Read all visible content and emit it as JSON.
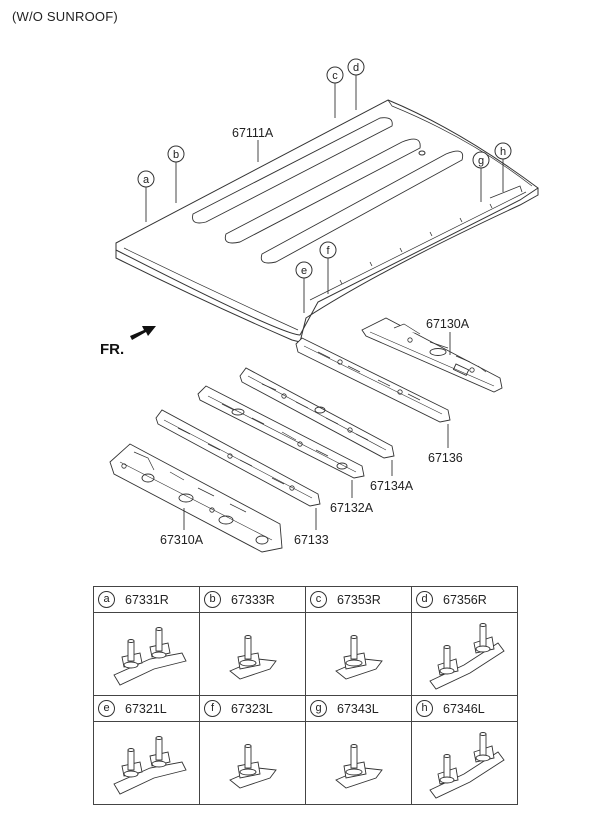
{
  "header_note": "(W/O SUNROOF)",
  "fr_label": "FR.",
  "parts": {
    "roof_panel": "67111A",
    "rail_front": "67310A",
    "rail_center_1": "67133",
    "rail_center_2": "67132A",
    "rail_center_3": "67134A",
    "rail_center_4": "67136",
    "rail_rear": "67130A"
  },
  "callouts": {
    "a": "a",
    "b": "b",
    "c": "c",
    "d": "d",
    "e": "e",
    "f": "f",
    "g": "g",
    "h": "h"
  },
  "table": {
    "row1": [
      {
        "letter": "a",
        "part": "67331R",
        "icon": "double-bracket-clip-icon"
      },
      {
        "letter": "b",
        "part": "67333R",
        "icon": "single-bracket-clip-icon"
      },
      {
        "letter": "c",
        "part": "67353R",
        "icon": "single-bracket-clip-icon"
      },
      {
        "letter": "d",
        "part": "67356R",
        "icon": "double-bracket-clip-icon"
      }
    ],
    "row2": [
      {
        "letter": "e",
        "part": "67321L",
        "icon": "double-bracket-clip-icon"
      },
      {
        "letter": "f",
        "part": "67323L",
        "icon": "single-bracket-clip-icon"
      },
      {
        "letter": "g",
        "part": "67343L",
        "icon": "single-bracket-clip-icon"
      },
      {
        "letter": "h",
        "part": "67346L",
        "icon": "double-bracket-clip-icon"
      }
    ]
  }
}
